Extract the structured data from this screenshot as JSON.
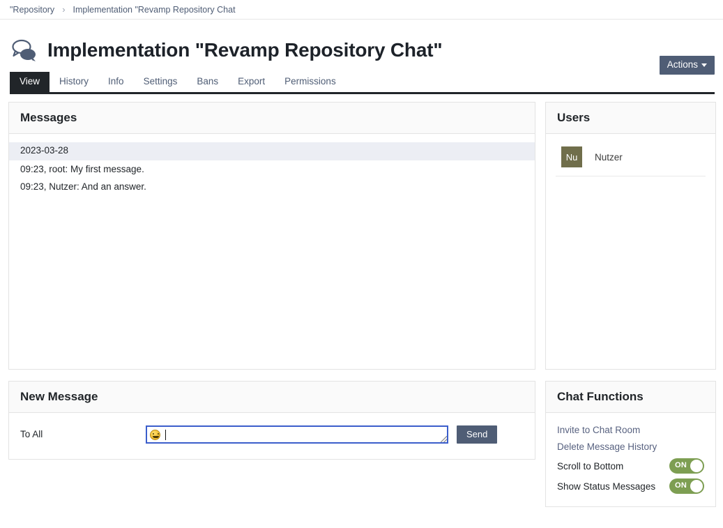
{
  "breadcrumb": {
    "items": [
      {
        "label": "\"Repository",
        "name": "breadcrumb-repository"
      },
      {
        "label": "Implementation \"Revamp Repository Chat",
        "name": "breadcrumb-current"
      }
    ],
    "separator": "›"
  },
  "header": {
    "icon": "chat-bubbles-icon",
    "title": "Implementation \"Revamp Repository Chat\"",
    "actions_label": "Actions"
  },
  "tabs": [
    {
      "label": "View",
      "active": true
    },
    {
      "label": "History",
      "active": false
    },
    {
      "label": "Info",
      "active": false
    },
    {
      "label": "Settings",
      "active": false
    },
    {
      "label": "Bans",
      "active": false
    },
    {
      "label": "Export",
      "active": false
    },
    {
      "label": "Permissions",
      "active": false
    }
  ],
  "messages_panel": {
    "title": "Messages",
    "date_header": "2023-03-28",
    "lines": [
      "09:23, root: My first message.",
      "09:23, Nutzer: And an answer."
    ]
  },
  "users_panel": {
    "title": "Users",
    "users": [
      {
        "initials": "Nu",
        "name": "Nutzer"
      }
    ]
  },
  "new_message_panel": {
    "title": "New Message",
    "to_label": "To All",
    "input_value": "",
    "input_placeholder": "",
    "emoji_button": "smiley-emoji",
    "send_label": "Send"
  },
  "chat_functions_panel": {
    "title": "Chat Functions",
    "links": [
      {
        "label": "Invite to Chat Room"
      },
      {
        "label": "Delete Message History"
      }
    ],
    "toggles": [
      {
        "label": "Scroll to Bottom",
        "state": "ON"
      },
      {
        "label": "Show Status Messages",
        "state": "ON"
      }
    ]
  },
  "colors": {
    "accent_slate": "#4f5d75",
    "tab_active_bg": "#212529",
    "toggle_on": "#7d9e52",
    "avatar_bg": "#706e4b",
    "date_highlight": "#eceef4",
    "input_focus_border": "#3b5ecb"
  }
}
